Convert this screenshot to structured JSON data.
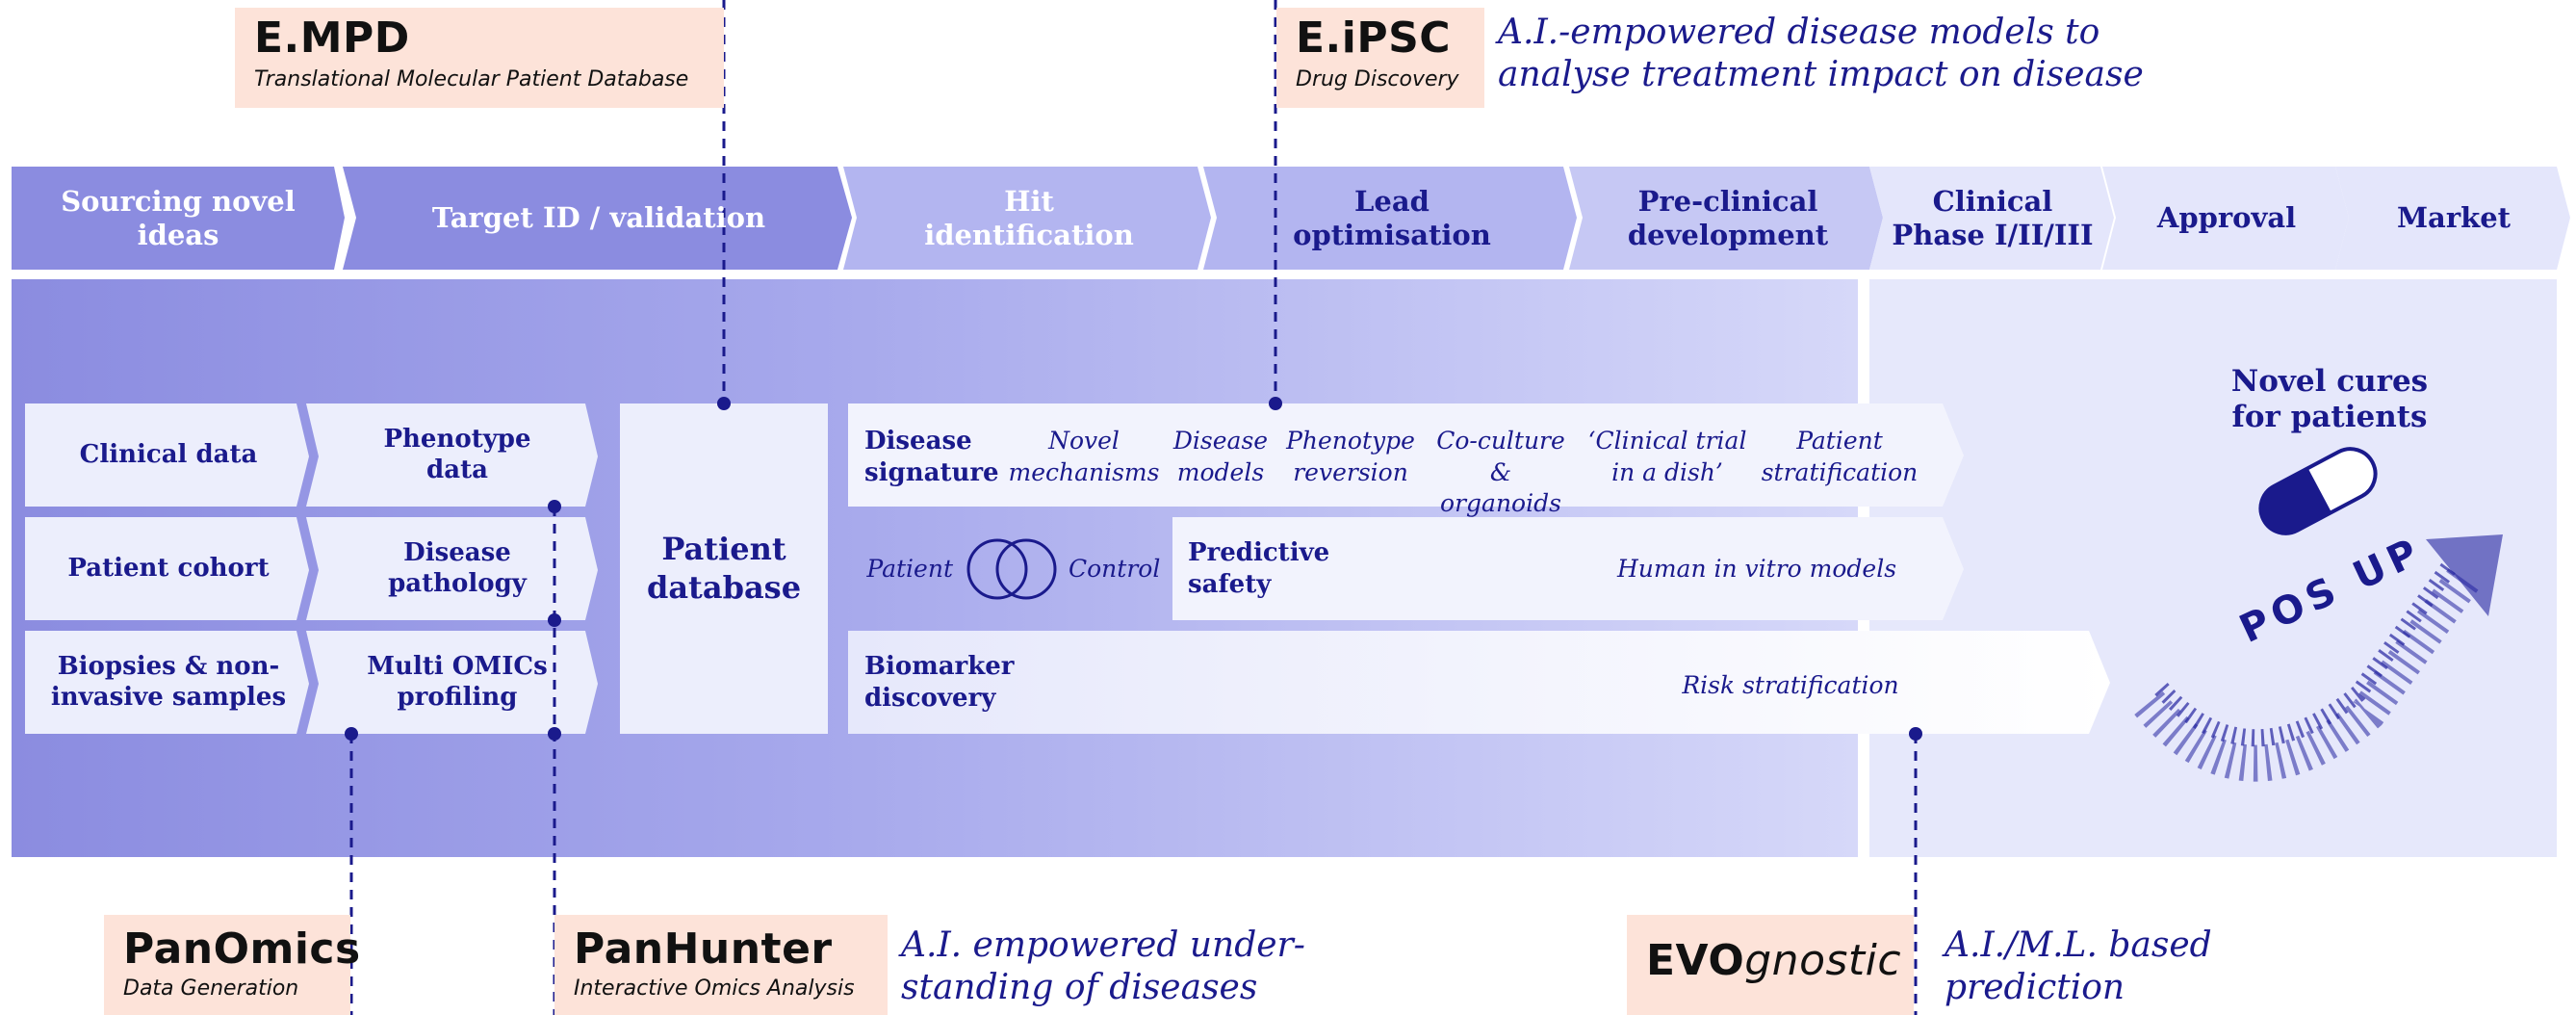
{
  "colors": {
    "navy": "#1a1a8c",
    "stage_dark": "#8b8ce0",
    "stage_mid": "#b3b5f0",
    "stage_light": "#e4e6fb",
    "tag_bg": "#fde3d9",
    "box_bg": "#eceefc"
  },
  "stages": [
    {
      "label": "Sourcing novel ideas"
    },
    {
      "label": "Target ID / validation"
    },
    {
      "label": "Hit\nidentification"
    },
    {
      "label": "Lead\noptimisation"
    },
    {
      "label": "Pre-clinical\ndevelopment"
    },
    {
      "label": "Clinical\nPhase I/II/III"
    },
    {
      "label": "Approval"
    },
    {
      "label": "Market"
    }
  ],
  "left_rows": [
    {
      "left": "Clinical data",
      "right": "Phenotype\ndata"
    },
    {
      "left": "Patient cohort",
      "right": "Disease\npathology"
    },
    {
      "left": "Biopsies & non-\ninvasive samples",
      "right": "Multi OMICs\nprofiling"
    }
  ],
  "patient_database": "Patient\ndatabase",
  "row1": {
    "title": "Disease\nsignature",
    "items": [
      "Novel\nmechanisms",
      "Disease\nmodels",
      "Phenotype\nreversion",
      "Co-culture\n& organoids",
      "‘Clinical trial\nin a dish’",
      "Patient\nstratification"
    ]
  },
  "row2": {
    "patient": "Patient",
    "control": "Control",
    "title": "Predictive\nsafety",
    "item": "Human in vitro models"
  },
  "row3": {
    "title": "Biomarker\ndiscovery",
    "item": "Risk stratification"
  },
  "outcome": {
    "title": "Novel cures\nfor patients",
    "arrow_text": "POS UP"
  },
  "tags": {
    "empd": {
      "name": "E.MPD",
      "sub": "Translational Molecular Patient Database"
    },
    "eipsc": {
      "name": "E.iPSC",
      "sub": "Drug Discovery",
      "tagline": "A.I.-empowered disease models to\nanalyse treatment impact on disease"
    },
    "panomics": {
      "name": "PanOmics",
      "sub": "Data Generation"
    },
    "panhunter": {
      "name": "PanHunter",
      "sub": "Interactive Omics Analysis",
      "tagline": "A.I. empowered under-\nstanding of diseases"
    },
    "evognostic": {
      "name_bold": "EVO",
      "name_light": "gnostic",
      "tagline": "A.I./M.L. based\nprediction"
    }
  }
}
